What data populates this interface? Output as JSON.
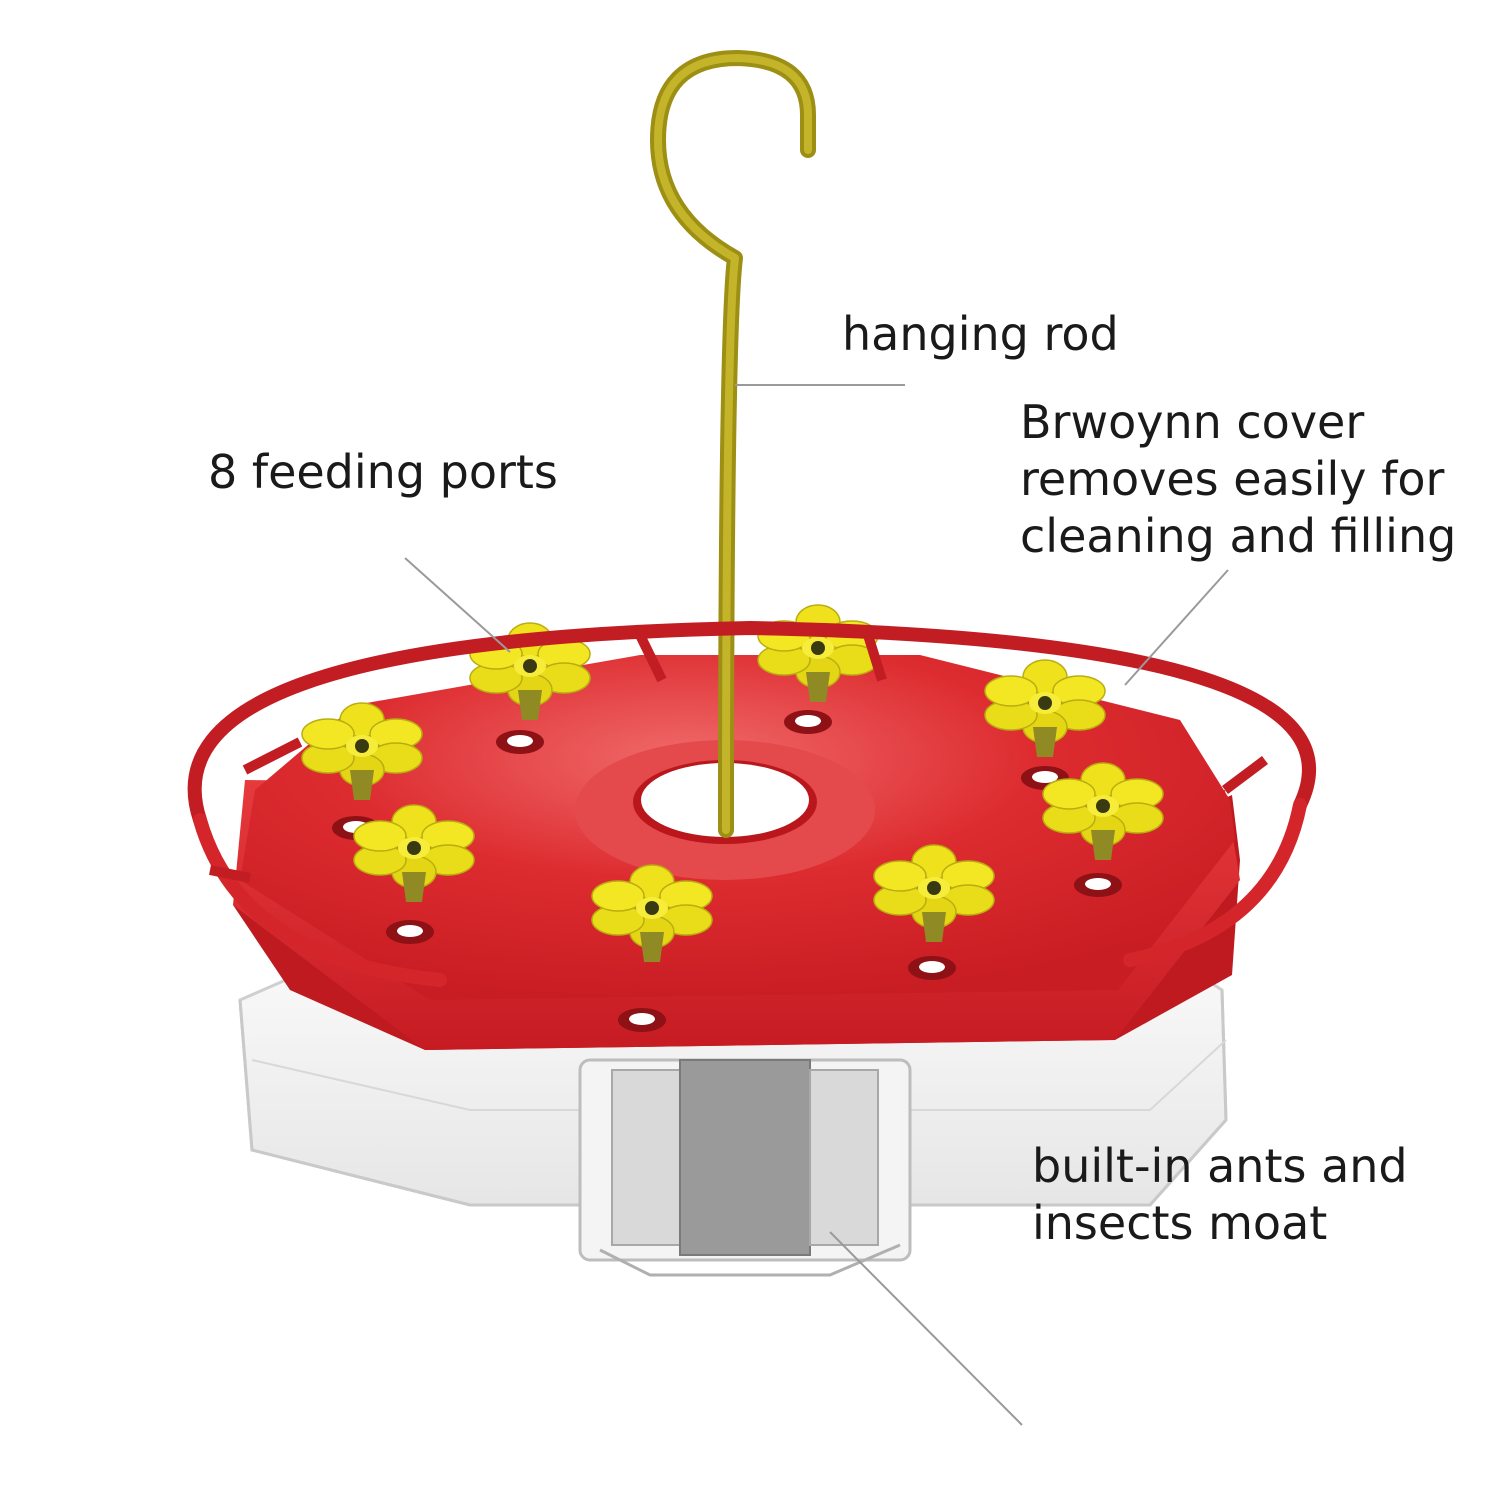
{
  "labels": {
    "hanging_rod": "hanging rod",
    "feeding_ports": "8 feeding ports",
    "cover": [
      "Brwoynn cover",
      "removes easily for",
      "cleaning and filling"
    ],
    "moat": [
      "built-in ants and",
      "insects moat"
    ]
  },
  "colors": {
    "background": "#ffffff",
    "feeder_red": "#d9262b",
    "feeder_red_dark": "#a8151b",
    "rod_olive": "#b3a51c",
    "flower_yellow": "#f0e21d",
    "flower_center": "#3a3a12",
    "base_clear": "#f1f1f1",
    "callout_line": "#9a9a9a",
    "text": "#1a1a1a"
  }
}
